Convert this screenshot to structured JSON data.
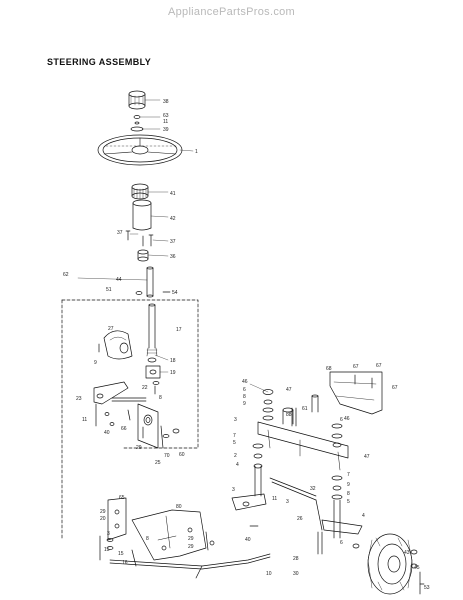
{
  "watermark": "AppliancePartsPros.com",
  "title": "STEERING ASSEMBLY",
  "callouts": [
    {
      "id": "c-38a",
      "label": "38"
    },
    {
      "id": "c-63",
      "label": "63"
    },
    {
      "id": "c-11a",
      "label": "11"
    },
    {
      "id": "c-39",
      "label": "39"
    },
    {
      "id": "c-1",
      "label": "1"
    },
    {
      "id": "c-41",
      "label": "41"
    },
    {
      "id": "c-42",
      "label": "42"
    },
    {
      "id": "c-37a",
      "label": "37"
    },
    {
      "id": "c-37b",
      "label": "37"
    },
    {
      "id": "c-36",
      "label": "36"
    },
    {
      "id": "c-62",
      "label": "62"
    },
    {
      "id": "c-44",
      "label": "44"
    },
    {
      "id": "c-51",
      "label": "51"
    },
    {
      "id": "c-54",
      "label": "54"
    },
    {
      "id": "c-27",
      "label": "27"
    },
    {
      "id": "c-17",
      "label": "17"
    },
    {
      "id": "c-9a",
      "label": "9"
    },
    {
      "id": "c-18",
      "label": "18"
    },
    {
      "id": "c-19",
      "label": "19"
    },
    {
      "id": "c-22",
      "label": "22"
    },
    {
      "id": "c-8a",
      "label": "8"
    },
    {
      "id": "c-23",
      "label": "23"
    },
    {
      "id": "c-11b",
      "label": "11"
    },
    {
      "id": "c-40a",
      "label": "40"
    },
    {
      "id": "c-66",
      "label": "66"
    },
    {
      "id": "c-29a",
      "label": "29"
    },
    {
      "id": "c-25",
      "label": "25"
    },
    {
      "id": "c-70",
      "label": "70"
    },
    {
      "id": "c-60",
      "label": "60"
    },
    {
      "id": "c-46a",
      "label": "46"
    },
    {
      "id": "c-6a",
      "label": "6"
    },
    {
      "id": "c-8b",
      "label": "8"
    },
    {
      "id": "c-9b",
      "label": "9"
    },
    {
      "id": "c-47a",
      "label": "47"
    },
    {
      "id": "c-88",
      "label": "88"
    },
    {
      "id": "c-61",
      "label": "61"
    },
    {
      "id": "c-68",
      "label": "68"
    },
    {
      "id": "c-67a",
      "label": "67"
    },
    {
      "id": "c-67b",
      "label": "67"
    },
    {
      "id": "c-67c",
      "label": "67"
    },
    {
      "id": "c-3a",
      "label": "3"
    },
    {
      "id": "c-7a",
      "label": "7"
    },
    {
      "id": "c-5a",
      "label": "5"
    },
    {
      "id": "c-2",
      "label": "2"
    },
    {
      "id": "c-4a",
      "label": "4"
    },
    {
      "id": "c-6b",
      "label": "6"
    },
    {
      "id": "c-46b",
      "label": "46"
    },
    {
      "id": "c-47b",
      "label": "47"
    },
    {
      "id": "c-7b",
      "label": "7"
    },
    {
      "id": "c-9c",
      "label": "9"
    },
    {
      "id": "c-8c",
      "label": "8"
    },
    {
      "id": "c-5b",
      "label": "5"
    },
    {
      "id": "c-3b",
      "label": "3"
    },
    {
      "id": "c-11c",
      "label": "11"
    },
    {
      "id": "c-32",
      "label": "32"
    },
    {
      "id": "c-3c",
      "label": "3"
    },
    {
      "id": "c-26",
      "label": "26"
    },
    {
      "id": "c-40b",
      "label": "40"
    },
    {
      "id": "c-4b",
      "label": "4"
    },
    {
      "id": "c-6c",
      "label": "6"
    },
    {
      "id": "c-43",
      "label": "43"
    },
    {
      "id": "c-45",
      "label": "45"
    },
    {
      "id": "c-53",
      "label": "53"
    },
    {
      "id": "c-28",
      "label": "28"
    },
    {
      "id": "c-30",
      "label": "30"
    },
    {
      "id": "c-10",
      "label": "10"
    },
    {
      "id": "c-65",
      "label": "65"
    },
    {
      "id": "c-29b",
      "label": "29"
    },
    {
      "id": "c-20",
      "label": "20"
    },
    {
      "id": "c-3d",
      "label": "3"
    },
    {
      "id": "c-15a",
      "label": "15"
    },
    {
      "id": "c-15b",
      "label": "15"
    },
    {
      "id": "c-16",
      "label": "16"
    },
    {
      "id": "c-29c",
      "label": "29"
    },
    {
      "id": "c-29d",
      "label": "29"
    },
    {
      "id": "c-80",
      "label": "80"
    },
    {
      "id": "c-8d",
      "label": "8"
    }
  ]
}
